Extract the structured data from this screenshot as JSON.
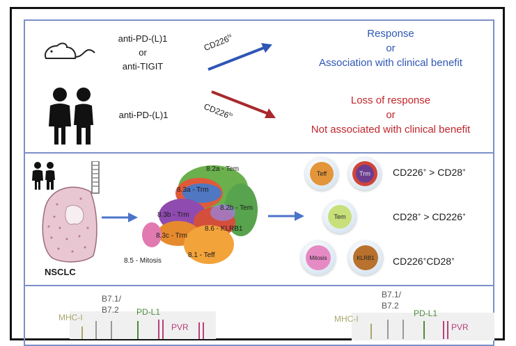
{
  "top": {
    "row1_left_line1": "anti-PD-(L)1",
    "row1_left_line2": "or",
    "row1_left_line3": "anti-TIGIT",
    "row1_arrow_label": "CD226",
    "row1_arrow_sup": "hi",
    "row1_right_line1": "Response",
    "row1_right_line2": "or",
    "row1_right_line3": "Association with clinical benefit",
    "row2_left": "anti-PD-(L)1",
    "row2_arrow_label": "CD226",
    "row2_arrow_sup": "lo",
    "row2_right_line1": "Loss of response",
    "row2_right_line2": "or",
    "row2_right_line3": "Not associated with clinical benefit"
  },
  "middle": {
    "nsclc_label": "NSCLC",
    "clusters": [
      "8.2a - Tem",
      "8.3a - Trm",
      "8.2b - Tem",
      "8.3b - Trm",
      "8.6 - KLRB1",
      "8.3c - Trm",
      "8.5 - Mitosis",
      "8.1 - Teff"
    ],
    "cells": {
      "teff": "Teff",
      "trm": "Trm",
      "tem": "Tem",
      "mitosis": "Mitosis",
      "klrb1": "KLRB1"
    },
    "rule1_a": "CD226",
    "rule1_a_sup": "+",
    "rule1_b": " > CD28",
    "rule1_b_sup": "+",
    "rule2_a": "CD28",
    "rule2_a_sup": "+",
    "rule2_b": " > CD226",
    "rule2_b_sup": "+",
    "rule3_a": "CD226",
    "rule3_a_sup": "+",
    "rule3_b": "CD28",
    "rule3_b_sup": "+"
  },
  "bottom": {
    "left_mhc": "MHC-I",
    "left_b7_line1": "B7.1/",
    "left_b7_line2": "B7.2",
    "left_pdl1": "PD-L1",
    "left_pvr": "PVR",
    "right_b7_line1": "B7.1/",
    "right_b7_line2": "B7.2",
    "right_mhc": "MHC-I",
    "right_pdl1": "PD-L1",
    "right_pvr": "PVR"
  },
  "colors": {
    "border_blue": "#7c8fc9",
    "response_blue": "#2f56b5",
    "loss_red": "#c0262c",
    "mhc_olive": "#a7a66a",
    "pdl1_green": "#4d8a3a",
    "pvr_magenta": "#b8417a"
  }
}
